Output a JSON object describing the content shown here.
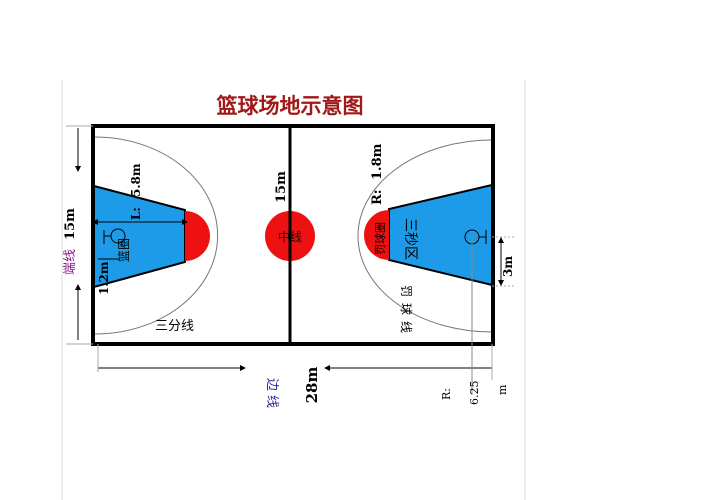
{
  "title": "篮球场地示意图",
  "colors": {
    "title": "#a01818",
    "key": "#1e9be8",
    "circle": "#ee1111",
    "line": "#000000",
    "endline_label": "#8a1f8a",
    "sideline_label": "#2a2aa0"
  },
  "labels": {
    "endline": "端线",
    "endline_width": "15m",
    "sideline": "边线",
    "sideline_length": "28m",
    "key_slant": "5.8m",
    "key_length": "L:",
    "basket": "篮圈",
    "basket_offset": "1.2m",
    "three_point": "三分线",
    "center_line_width": "15m",
    "center_circle": "中线",
    "free_throw_radius_prefix": "R:",
    "free_throw_radius": "1.8m",
    "free_throw_circle": "罚球圈",
    "restricted_area": "三秒区",
    "free_throw_line": "罚球线",
    "half_width": "3m",
    "three_point_radius_prefix": "R:",
    "three_point_radius": "6.25",
    "three_point_radius_unit": "m"
  }
}
